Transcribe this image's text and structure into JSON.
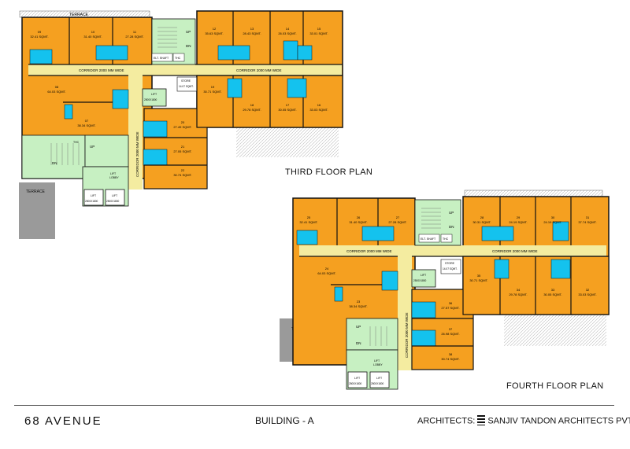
{
  "plans": {
    "third_title": "THIRD FLOOR PLAN",
    "fourth_title": "FOURTH FLOOR PLAN"
  },
  "labels": {
    "corridor": "CORRIDOR 2000 MM WIDE",
    "terrace": "TERRACE",
    "up": "UP",
    "dn": "DN",
    "lift": "LIFT",
    "lift_size": "2500X1800",
    "lift_lobby_1": "LIFT",
    "lift_lobby_2": "LOBBY",
    "elect_shaft": "ELT. SHAFT",
    "thc": "THC",
    "store": "STORE",
    "store_area": "14.07 SQMT."
  },
  "units": {
    "u09": {
      "num": "09",
      "area": "32.41 SQMT."
    },
    "u10": {
      "num": "10",
      "area": "31.40 SQMT."
    },
    "u11": {
      "num": "11",
      "area": "27.28 SQMT."
    },
    "u12": {
      "num": "12",
      "area": "35.63 SQMT."
    },
    "u13": {
      "num": "13",
      "area": "28.43 SQMT."
    },
    "u14": {
      "num": "14",
      "area": "26.03 SQMT."
    },
    "u15": {
      "num": "15",
      "area": "33.01 SQMT."
    },
    "u08": {
      "num": "08",
      "area": "64.03 SQMT."
    },
    "u07": {
      "num": "07",
      "area": "38.34 SQMT."
    },
    "u19": {
      "num": "19",
      "area": "30.71 SQMT."
    },
    "u18": {
      "num": "18",
      "area": "29.78 SQMT."
    },
    "u17": {
      "num": "17",
      "area": "30.05 SQMT."
    },
    "u16": {
      "num": "16",
      "area": "33.03 SQMT."
    },
    "u20": {
      "num": "20",
      "area": "27.49 SQMT."
    },
    "u21": {
      "num": "21",
      "area": "27.05 SQMT."
    },
    "u22": {
      "num": "22",
      "area": "30.74 SQMT."
    },
    "u25": {
      "num": "25",
      "area": "32.41 SQMT."
    },
    "u26": {
      "num": "26",
      "area": "31.40 SQMT."
    },
    "u27": {
      "num": "27",
      "area": "27.28 SQMT."
    },
    "u28": {
      "num": "28",
      "area": "30.31 SQMT."
    },
    "u29": {
      "num": "29",
      "area": "24.19 SQMT."
    },
    "u30": {
      "num": "30",
      "area": "24.19 SQMT."
    },
    "u31": {
      "num": "31",
      "area": "37.74 SQMT."
    },
    "u24": {
      "num": "24",
      "area": "64.03 SQMT."
    },
    "u23": {
      "num": "23",
      "area": "38.34 SQMT."
    },
    "u35": {
      "num": "35",
      "area": "30.71 SQMT."
    },
    "u34": {
      "num": "34",
      "area": "29.78 SQMT."
    },
    "u33": {
      "num": "33",
      "area": "30.05 SQMT."
    },
    "u32": {
      "num": "32",
      "area": "33.03 SQMT."
    },
    "u36": {
      "num": "36",
      "area": "27.57 SQMT."
    },
    "u37": {
      "num": "37",
      "area": "26.98 SQMT."
    },
    "u38": {
      "num": "38",
      "area": "30.74 SQMT."
    }
  },
  "titlebar": {
    "project": "68 AVENUE",
    "building": "BUILDING - A",
    "architects_label": "ARCHITECTS:",
    "architects_name": "SANJIV TANDON ARCHITECTS PVT. LTD"
  },
  "colors": {
    "flat": "#f5a020",
    "toilet": "#14c2ee",
    "corridor": "#f4eca0",
    "stair": "#c7f0c2",
    "terrace": "#9a9a9a",
    "wall": "#111111"
  }
}
